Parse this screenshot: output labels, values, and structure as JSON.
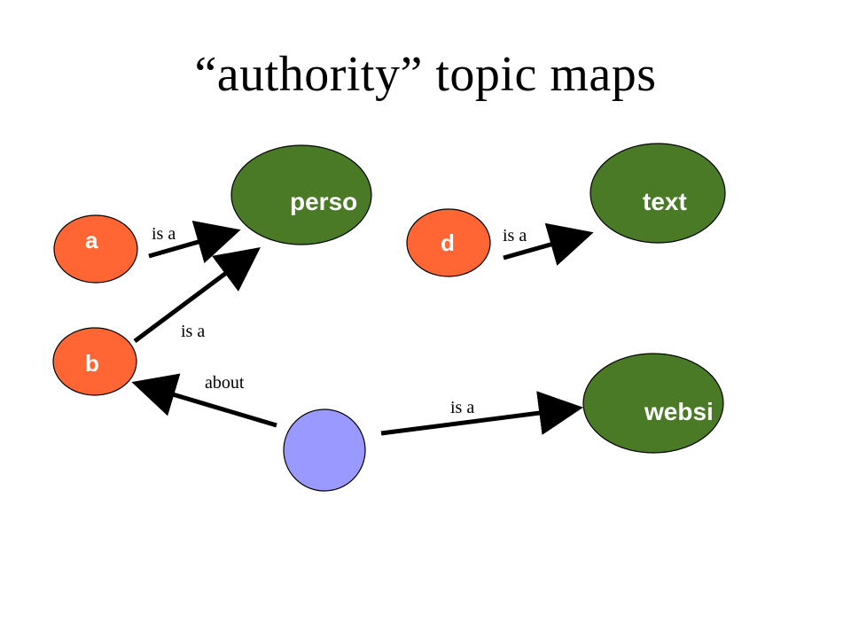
{
  "title": "“authority” topic maps",
  "colors": {
    "type_node": "#4a7a25",
    "instance_node": "#ff6633",
    "blank_node": "#9999ff",
    "edge": "#000000",
    "node_outline": "#000000",
    "node_text": "#ffffff"
  },
  "nodes": {
    "person": "perso",
    "text": "text",
    "website": "websi",
    "a": "a",
    "b": "b",
    "d": "d",
    "blank": ""
  },
  "edges": {
    "a_person": "is a",
    "b_person": "is a",
    "d_text": "is a",
    "blank_website": "is a",
    "blank_b": "about"
  }
}
